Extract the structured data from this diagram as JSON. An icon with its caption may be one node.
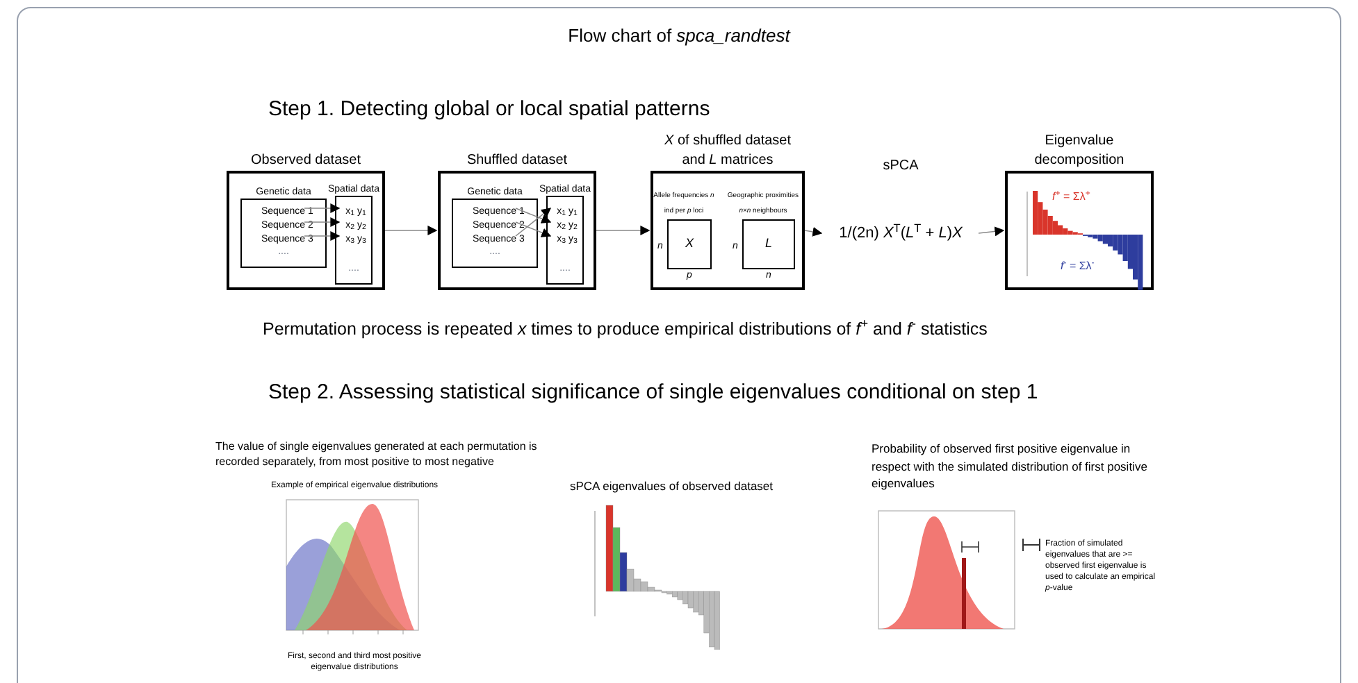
{
  "diagram": {
    "title": "Flow chart of *spca_randtest*",
    "nodes": [
      {
        "text": [
          "Observed dataset"
        ]
      },
      {
        "text": [
          "Genetic data",
          "...."
        ],
        "in": 0
      },
      {
        "text": [
          "Sequence 1"
        ],
        "in": 1
      },
      {
        "text": [
          "Sequence 2"
        ],
        "in": 1
      },
      {
        "text": [
          "Sequence 3"
        ],
        "in": 1
      },
      {
        "text": [
          "Spatial data",
          "...."
        ],
        "in": 0
      },
      {
        "text": [
          "x$_{1}$ y$_{1}$"
        ],
        "in": 5
      },
      {
        "text": [
          "x$_{2}$ y$_{2}$"
        ],
        "in": 5
      },
      {
        "text": [
          "x$_{3}$ y$_{3}$"
        ],
        "in": 5
      },
      {
        "text": [
          "Shuffled dataset"
        ]
      },
      {
        "text": [
          "Genetic data",
          "...."
        ],
        "in": 9
      },
      {
        "text": [
          "Sequence 1"
        ],
        "in": 10
      },
      {
        "text": [
          "Sequence 2"
        ],
        "in": 10
      },
      {
        "text": [
          "Sequence 3"
        ],
        "in": 10
      },
      {
        "text": [
          "Spatial data",
          "...."
        ],
        "in": 9
      },
      {
        "text": [
          "x$_{1}$ y$_{1}$"
        ],
        "in": 14
      },
      {
        "text": [
          "x$_{2}$ y$_{2}$"
        ],
        "in": 14
      },
      {
        "text": [
          "x$_{3}$ y$_{3}$"
        ],
        "in": 14
      },
      {
        "text": [
          "*X* of shuffled dataset and *L* matrices"
        ]
      },
      {
        "text": [
          "Allele frequencies *n* ind per *p* loci",
          "X",
          "n",
          "p"
        ],
        "in": 18
      },
      {
        "text": [
          "Geographic proximities *n*×*n* neighbours",
          "L",
          "n",
          "n"
        ],
        "in": 18
      },
      {
        "text": [
          "sPCA",
          "1/(2n) *X*$^{T}$(*L*$^{T}$ + *L*)*X*"
        ]
      },
      {
        "text": [
          "Eigenvalue decomposition",
          "*f*$^{+}$ = Σλ$^{+}$",
          "*f*$^{-}$ = Σλ$^{-}$"
        ]
      }
    ],
    "edges": [
      {
        "from": 2,
        "to": 6,
        "arrow": "to"
      },
      {
        "from": 3,
        "to": 7,
        "arrow": "to"
      },
      {
        "from": 4,
        "to": 8,
        "arrow": "to"
      },
      {
        "from": 11,
        "to": 16,
        "arrow": "to"
      },
      {
        "from": 12,
        "to": 17,
        "arrow": "to"
      },
      {
        "from": 13,
        "to": 15,
        "arrow": "to"
      },
      {
        "from": 0,
        "to": 9,
        "arrow": "to"
      },
      {
        "from": 9,
        "to": 18,
        "arrow": "to"
      },
      {
        "from": 18,
        "to": 21,
        "arrow": "to"
      },
      {
        "from": 21,
        "to": 22,
        "arrow": "to"
      }
    ],
    "labels": [
      "Step 1. Detecting global or local spatial patterns",
      "Permutation process is repeated *x* times to produce empirical distributions of *f*$^{+}$ and *f*$^{-}$ statistics",
      "Step 2. Assessing statistical significance of single eigenvalues conditional on step 1",
      "The value of single eigenvalues generated at each permutation is recorded separately, from most positive to most negative",
      "Example of empirical eigenvalue distributions",
      "First, second and third most positive eigenvalue distributions",
      "sPCA eigenvalues of observed dataset",
      "Probability of observed first positive eigenvalue in respect with the simulated distribution of first positive eigenvalues",
      "Fraction of simulated eigenvalues that are >= observed first eigenvalue is used to calculate an empirical *p*-value"
    ]
  }
}
